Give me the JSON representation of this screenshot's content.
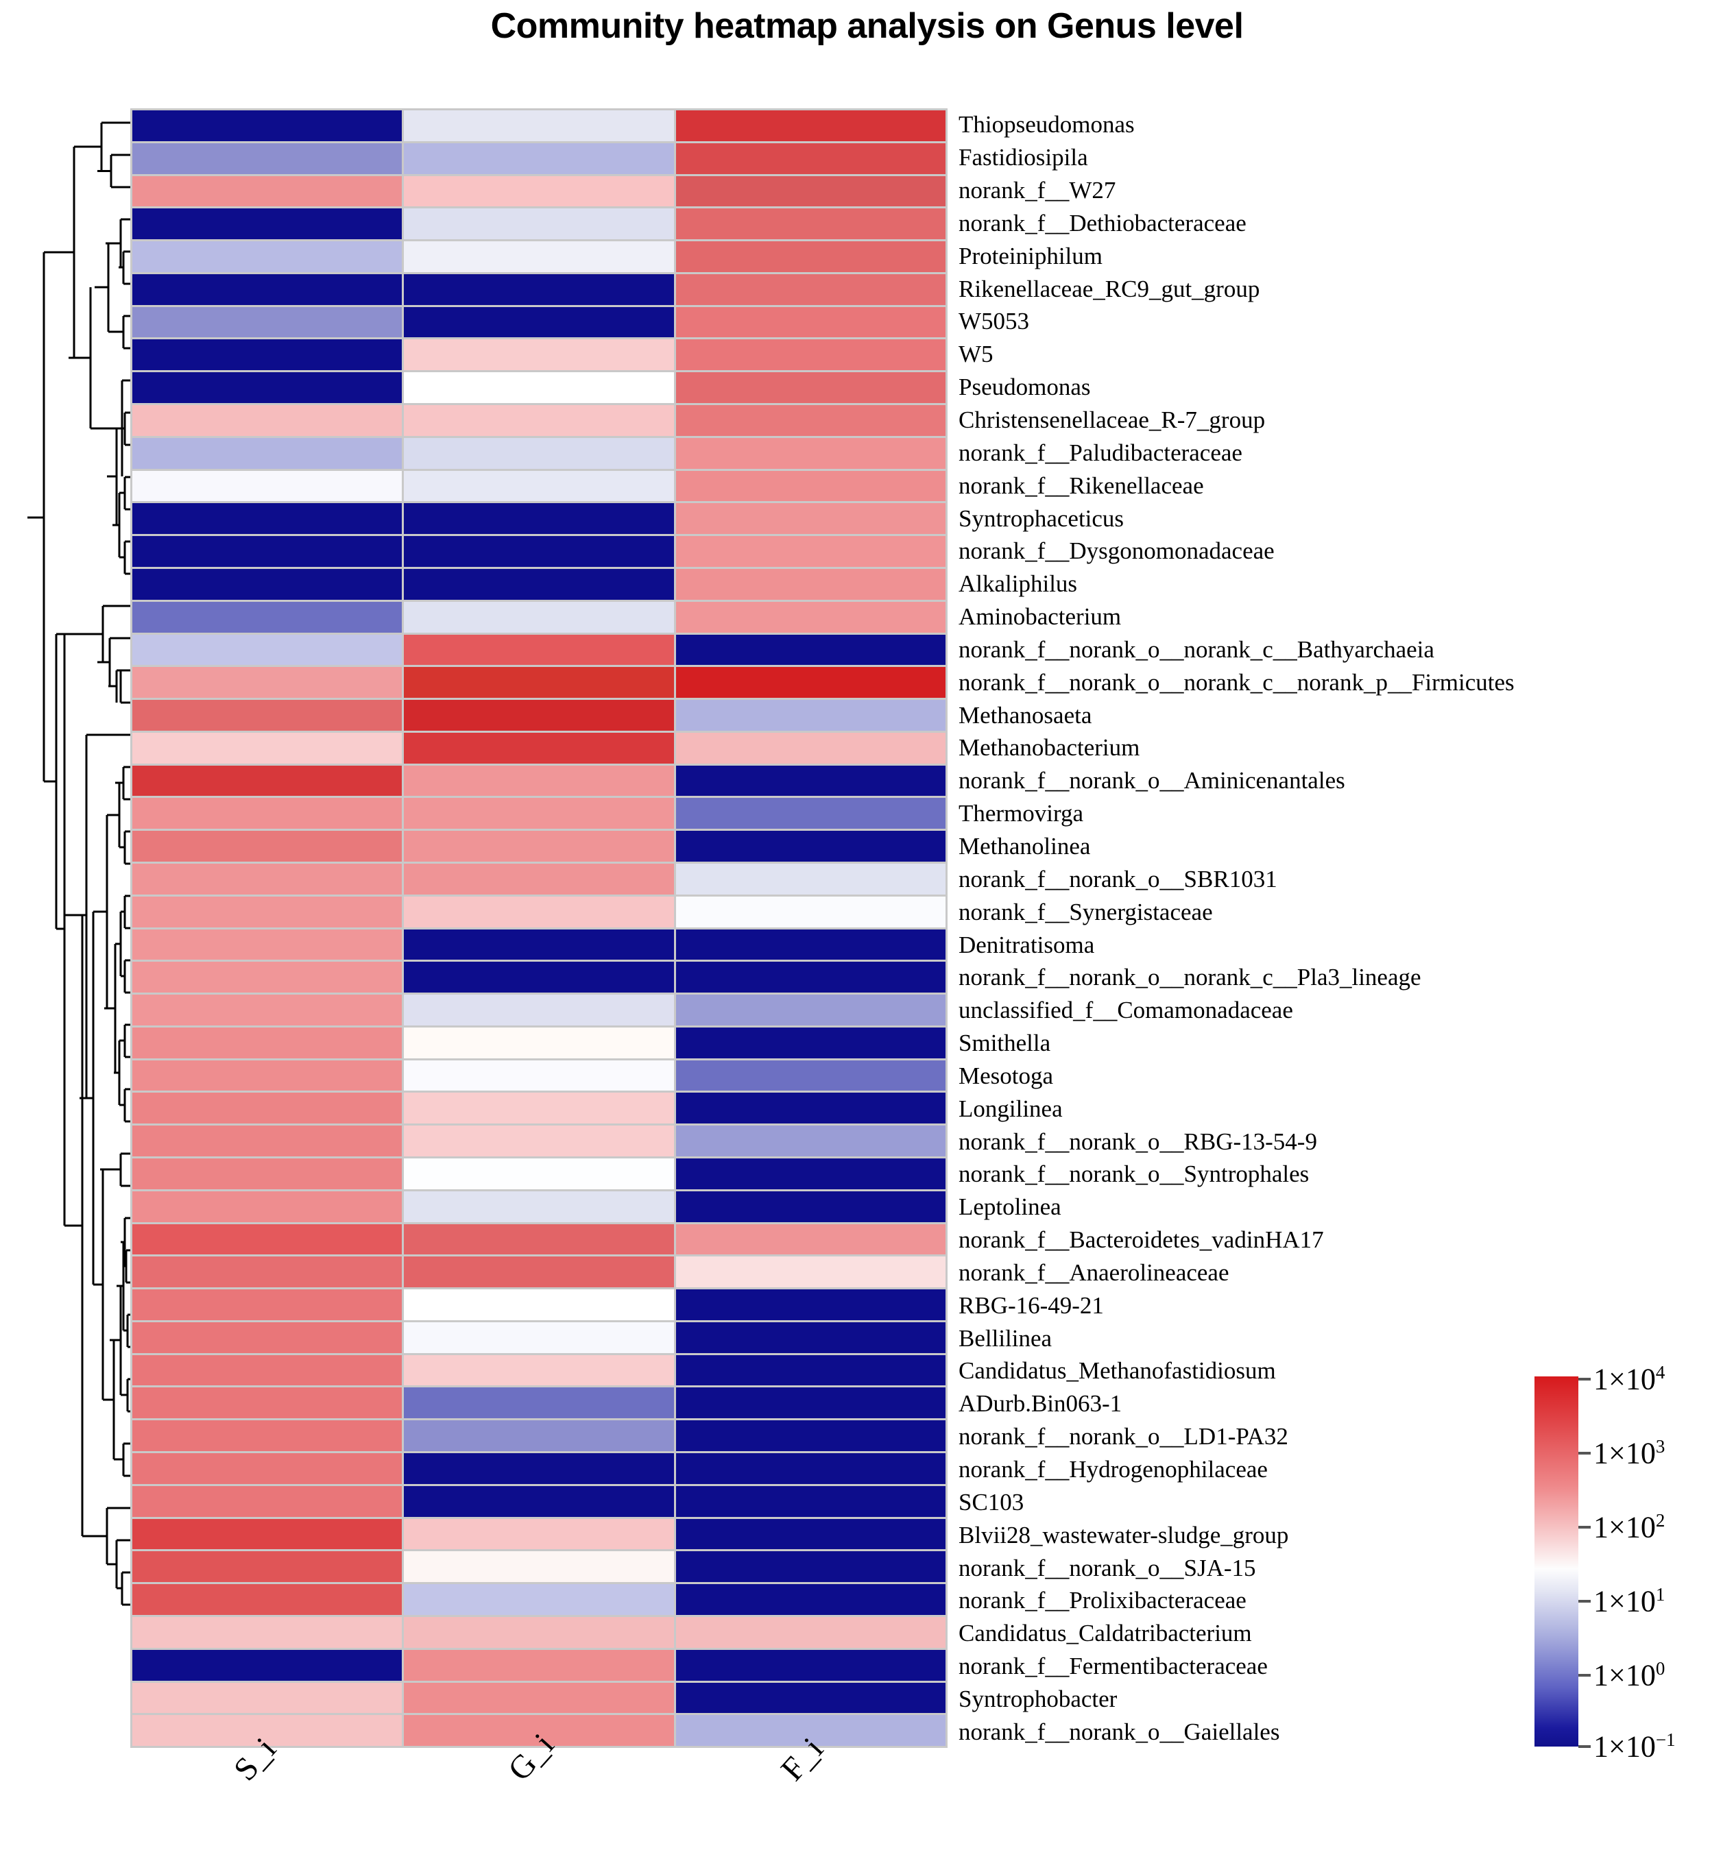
{
  "title": "Community heatmap analysis on Genus level",
  "columns": [
    "S_i",
    "G_i",
    "F_i"
  ],
  "legend": {
    "ticks": [
      "1×10",
      "1×10",
      "1×10",
      "1×10",
      "1×10",
      "1×10"
    ],
    "exponents": [
      "4",
      "3",
      "2",
      "1",
      "0",
      "−1"
    ],
    "labels": [
      "1×10⁴",
      "1×10³",
      "1×10²",
      "1×10¹",
      "1×10⁰",
      "1×10⁻¹"
    ],
    "high_color": "#d7191c",
    "mid_color": "#ffffff",
    "low_color": "#10108c"
  },
  "chart_data": {
    "type": "heatmap",
    "title": "Community heatmap analysis on Genus level",
    "xlabel": "",
    "ylabel": "",
    "colorbar_label": "",
    "colorscale": "blue-white-red (log abundance)",
    "value_scale": "log10",
    "zlim": [
      0.1,
      10000
    ],
    "legend_position": "right",
    "x": [
      "S_i",
      "G_i",
      "F_i"
    ],
    "y": [
      "Thiopseudomonas",
      "Fastidiosipila",
      "norank_f__W27",
      "norank_f__Dethiobacteraceae",
      "Proteiniphilum",
      "Rikenellaceae_RC9_gut_group",
      "W5053",
      "W5",
      "Pseudomonas",
      "Christensenellaceae_R-7_group",
      "norank_f__Paludibacteraceae",
      "norank_f__Rikenellaceae",
      "Syntrophaceticus",
      "norank_f__Dysgonomonadaceae",
      "Alkaliphilus",
      "Aminobacterium",
      "norank_f__norank_o__norank_c__Bathyarchaeia",
      "norank_f__norank_o__norank_c__norank_p__Firmicutes",
      "Methanosaeta",
      "Methanobacterium",
      "norank_f__norank_o__Aminicenantales",
      "Thermovirga",
      "Methanolinea",
      "norank_f__norank_o__SBR1031",
      "norank_f__Synergistaceae",
      "Denitratisoma",
      "norank_f__norank_o__norank_c__Pla3_lineage",
      "unclassified_f__Comamonadaceae",
      "Smithella",
      "Mesotoga",
      "Longilinea",
      "norank_f__norank_o__RBG-13-54-9",
      "norank_f__norank_o__Syntrophales",
      "Leptolinea",
      "norank_f__Bacteroidetes_vadinHA17",
      "norank_f__Anaerolineaceae",
      "RBG-16-49-21",
      "Bellilinea",
      "Candidatus_Methanofastidiosum",
      "ADurb.Bin063-1",
      "norank_f__norank_o__LD1-PA32",
      "norank_f__Hydrogenophilaceae",
      "SC103",
      "Blvii28_wastewater-sludge_group",
      "norank_f__norank_o__SJA-15",
      "norank_f__Prolixibacteraceae",
      "Candidatus_Caldatribacterium",
      "norank_f__Fermentibacteraceae",
      "Syntrophobacter",
      "norank_f__norank_o__Gaiellales"
    ],
    "colors": [
      [
        "#0d0d8c",
        "#e4e6f2",
        "#d63438"
      ],
      [
        "#8d8fce",
        "#b4b7e2",
        "#da4a4d"
      ],
      [
        "#ee9193",
        "#f9c3c4",
        "#d9595c"
      ],
      [
        "#0d0d8c",
        "#dde0f0",
        "#e2696b"
      ],
      [
        "#b8bbe4",
        "#eff0f8",
        "#e2696b"
      ],
      [
        "#0d0d8c",
        "#0d0d8c",
        "#e46f72"
      ],
      [
        "#8d8fce",
        "#0d0d8c",
        "#e97679"
      ],
      [
        "#0d0d8c",
        "#f9cdce",
        "#e97679"
      ],
      [
        "#0d0d8c",
        "#ffffff",
        "#e36b6e"
      ],
      [
        "#f6bcbd",
        "#f8c5c6",
        "#e8797b"
      ],
      [
        "#b2b5e1",
        "#d8dbee",
        "#ef9193"
      ],
      [
        "#f8f8fd",
        "#e6e8f4",
        "#ee8d8f"
      ],
      [
        "#0d0d8c",
        "#0d0d8c",
        "#ef9496"
      ],
      [
        "#0d0d8c",
        "#0d0d8c",
        "#f09496"
      ],
      [
        "#0d0d8c",
        "#0d0d8c",
        "#ef9193"
      ],
      [
        "#6d70c2",
        "#dfe2f1",
        "#f09698"
      ],
      [
        "#c2c5e8",
        "#e4595c",
        "#0d0d8c"
      ],
      [
        "#f09c9e",
        "#d5352f",
        "#d41f22"
      ],
      [
        "#e2696b",
        "#d2292c",
        "#b0b3e0"
      ],
      [
        "#f9cdce",
        "#d9393c",
        "#f5b9ba"
      ],
      [
        "#d7383b",
        "#f09698",
        "#0d0d8c"
      ],
      [
        "#ef9193",
        "#f09698",
        "#6d70c2"
      ],
      [
        "#e8797b",
        "#ef9496",
        "#0d0d8c"
      ],
      [
        "#ef9496",
        "#ef9496",
        "#e0e3f1"
      ],
      [
        "#f09698",
        "#f8c5c6",
        "#fafbfe"
      ],
      [
        "#f09698",
        "#0d0d8c",
        "#0d0d8c"
      ],
      [
        "#f09698",
        "#0d0d8c",
        "#0d0d8c"
      ],
      [
        "#f09698",
        "#dee0f0",
        "#9a9dd5"
      ],
      [
        "#ee8d8f",
        "#fffaf7",
        "#0d0d8c"
      ],
      [
        "#ee8d8f",
        "#fafafe",
        "#6d70c2"
      ],
      [
        "#ec8486",
        "#f9cdce",
        "#0d0d8c"
      ],
      [
        "#ec8486",
        "#f9cdce",
        "#9a9dd5"
      ],
      [
        "#ec8486",
        "#fdfeff",
        "#0d0d8c"
      ],
      [
        "#ee8d8f",
        "#e0e3f1",
        "#0d0d8c"
      ],
      [
        "#e4595c",
        "#e26467",
        "#ef9496"
      ],
      [
        "#e66e71",
        "#e26467",
        "#fae0e0"
      ],
      [
        "#e97679",
        "#ffffff",
        "#0d0d8c"
      ],
      [
        "#e97679",
        "#f7f8fd",
        "#0d0d8c"
      ],
      [
        "#e97679",
        "#f9cdce",
        "#0d0d8c"
      ],
      [
        "#e97679",
        "#6d70c2",
        "#0d0d8c"
      ],
      [
        "#e97679",
        "#8d8fce",
        "#0d0d8c"
      ],
      [
        "#e97679",
        "#0d0d8c",
        "#0d0d8c"
      ],
      [
        "#e97679",
        "#0d0d8c",
        "#0d0d8c"
      ],
      [
        "#dd4346",
        "#f8c5c6",
        "#0d0d8c"
      ],
      [
        "#e05557",
        "#fdf6f4",
        "#0d0d8c"
      ],
      [
        "#e05557",
        "#c2c5e8",
        "#0d0d8c"
      ],
      [
        "#f6c3c4",
        "#f4bbbc",
        "#f4bbbc"
      ],
      [
        "#0d0d8c",
        "#ee8d8f",
        "#0d0d8c"
      ],
      [
        "#f6c3c4",
        "#ee8d8f",
        "#0d0d8c"
      ],
      [
        "#f6c3c4",
        "#ee8d8f",
        "#b0b3e0"
      ]
    ],
    "values": [
      [
        0.1,
        12,
        4600
      ],
      [
        1.2,
        5.5,
        3200
      ],
      [
        320,
        160,
        1900
      ],
      [
        0.1,
        15,
        1100
      ],
      [
        4.0,
        28,
        1100
      ],
      [
        0.1,
        0.1,
        900
      ],
      [
        1.2,
        0.1,
        780
      ],
      [
        0.1,
        120,
        780
      ],
      [
        0.1,
        31,
        1000
      ],
      [
        180,
        150,
        700
      ],
      [
        3.2,
        18,
        420
      ],
      [
        33,
        22,
        460
      ],
      [
        0.1,
        0.1,
        400
      ],
      [
        0.1,
        0.1,
        400
      ],
      [
        0.1,
        0.1,
        420
      ],
      [
        0.6,
        16,
        390
      ],
      [
        6.5,
        1000,
        0.1
      ],
      [
        360,
        5200,
        7000
      ],
      [
        1100,
        6200,
        3.5
      ],
      [
        120,
        3900,
        210
      ],
      [
        4800,
        390,
        0.1
      ],
      [
        420,
        390,
        0.6
      ],
      [
        850,
        400,
        0.1
      ],
      [
        400,
        400,
        14
      ],
      [
        390,
        150,
        35
      ],
      [
        390,
        0.1,
        0.1
      ],
      [
        390,
        0.1,
        0.1
      ],
      [
        390,
        16,
        2.0
      ],
      [
        460,
        40,
        0.1
      ],
      [
        460,
        36,
        0.6
      ],
      [
        520,
        120,
        0.1
      ],
      [
        520,
        120,
        2.0
      ],
      [
        520,
        33,
        0.1
      ],
      [
        460,
        14,
        0.1
      ],
      [
        1000,
        760,
        400
      ],
      [
        720,
        760,
        90
      ],
      [
        780,
        31,
        0.1
      ],
      [
        780,
        29,
        0.1
      ],
      [
        780,
        120,
        0.1
      ],
      [
        780,
        0.6,
        0.1
      ],
      [
        780,
        1.2,
        0.1
      ],
      [
        780,
        0.1,
        0.1
      ],
      [
        780,
        0.1,
        0.1
      ],
      [
        2900,
        150,
        0.1
      ],
      [
        1600,
        32,
        0.1
      ],
      [
        1600,
        6.5,
        0.1
      ],
      [
        140,
        170,
        170
      ],
      [
        0.1,
        460,
        0.1
      ],
      [
        140,
        460,
        0.1
      ],
      [
        140,
        460,
        3.5
      ]
    ]
  }
}
